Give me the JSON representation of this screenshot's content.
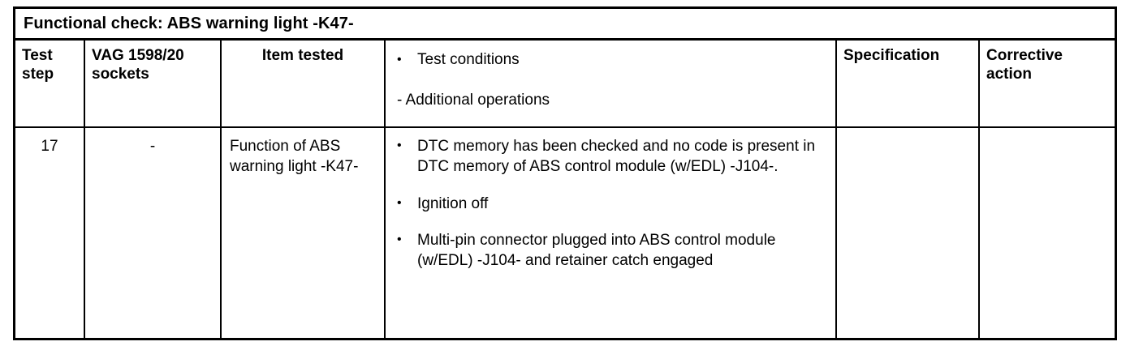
{
  "table": {
    "title": "Functional check: ABS warning light -K47-",
    "columns": [
      {
        "key": "test_step",
        "label": "Test step"
      },
      {
        "key": "vag_sockets",
        "label": "VAG 1598/20 sockets"
      },
      {
        "key": "item_tested",
        "label": "Item tested"
      },
      {
        "key": "test_conditions",
        "label": "Test conditions"
      },
      {
        "key": "specification",
        "label": "Specification"
      },
      {
        "key": "corrective",
        "label": "Corrective action"
      }
    ],
    "headers": {
      "test_step_line1": "Test",
      "test_step_line2": "step",
      "vag_line1": "VAG 1598/20",
      "vag_line2": "sockets",
      "item_tested": "Item tested",
      "conditions_bullet": "Test conditions",
      "conditions_dash": "- Additional operations",
      "specification": "Specification",
      "corrective_line1": "Corrective",
      "corrective_line2": "action"
    },
    "rows": [
      {
        "test_step": "17",
        "vag_sockets": "-",
        "item_tested": "Function of ABS warning light -K47-",
        "conditions": [
          "DTC memory has been checked and no code is present in DTC memory of ABS control module (w/EDL) -J104-.",
          "Ignition off",
          "Multi-pin connector plugged into ABS control module (w/EDL) -J104- and retainer catch engaged"
        ],
        "specification": "",
        "corrective": ""
      }
    ],
    "bullet_glyph": "•",
    "border_color": "#000000",
    "background_color": "#ffffff",
    "text_color": "#000000"
  }
}
